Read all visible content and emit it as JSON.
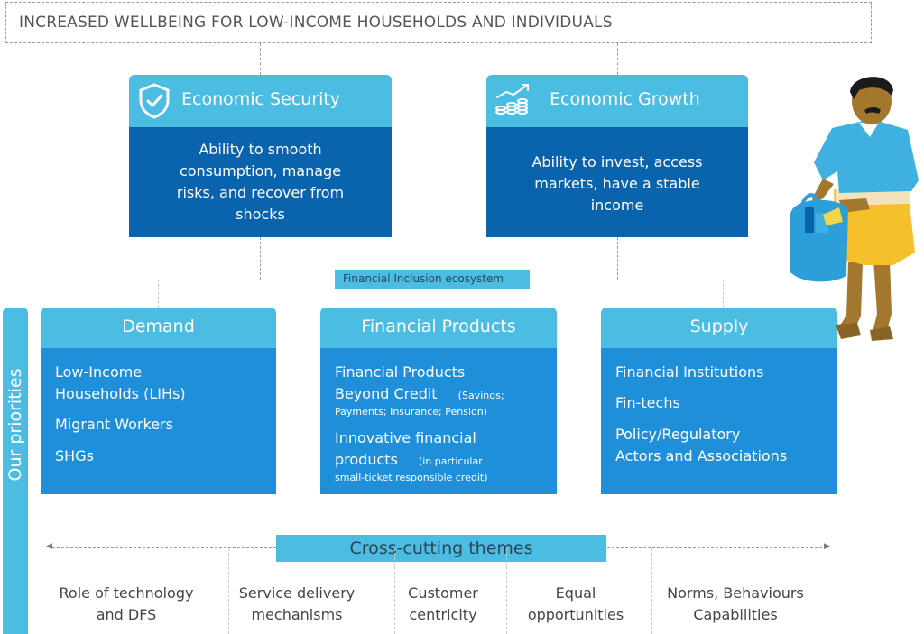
{
  "banner": "INCREASED WELLBEING FOR LOW-INCOME HOUSEHOLDS AND INDIVIDUALS",
  "outcomes": [
    {
      "title": "Economic Security",
      "icon": "shield-check-icon",
      "lines": [
        "Ability to smooth",
        "consumption, manage",
        "risks, and recover from",
        "shocks"
      ]
    },
    {
      "title": "Economic Growth",
      "icon": "coins-growth-icon",
      "lines": [
        "Ability to invest, access",
        "markets, have a stable",
        "income"
      ]
    }
  ],
  "ecosystem_label": "Financial Inclusion ecosystem",
  "priorities_label": "Our priorities",
  "columns": [
    {
      "title": "Demand",
      "items": [
        [
          "Low-Income",
          "Households (LIHs)"
        ],
        [
          "Migrant Workers"
        ],
        [
          "SHGs"
        ]
      ]
    },
    {
      "title": "Financial Products",
      "items": [
        {
          "main": [
            "Financial Products",
            "Beyond Credit"
          ],
          "note_inline": "(Savings;",
          "note": "Payments; Insurance; Pension)"
        },
        {
          "main": [
            "Innovative financial",
            "products"
          ],
          "note_inline": "(in particular",
          "note": "small-ticket responsible credit)"
        }
      ]
    },
    {
      "title": "Supply",
      "items": [
        [
          "Financial Institutions"
        ],
        [
          "Fin-techs"
        ],
        [
          "Policy/Regulatory",
          "Actors and Associations"
        ]
      ]
    }
  ],
  "cross_cutting_label": "Cross-cutting themes",
  "themes": [
    [
      "Role of technology",
      "and DFS"
    ],
    [
      "Service delivery",
      "mechanisms"
    ],
    [
      "Customer",
      "centricity"
    ],
    [
      "Equal",
      "opportunities"
    ],
    [
      "Norms, Behaviours",
      "Capabilities"
    ]
  ],
  "colors": {
    "light_blue": "#4bbde3",
    "dark_blue": "#0a63ad",
    "mid_blue": "#1f8fd9"
  }
}
